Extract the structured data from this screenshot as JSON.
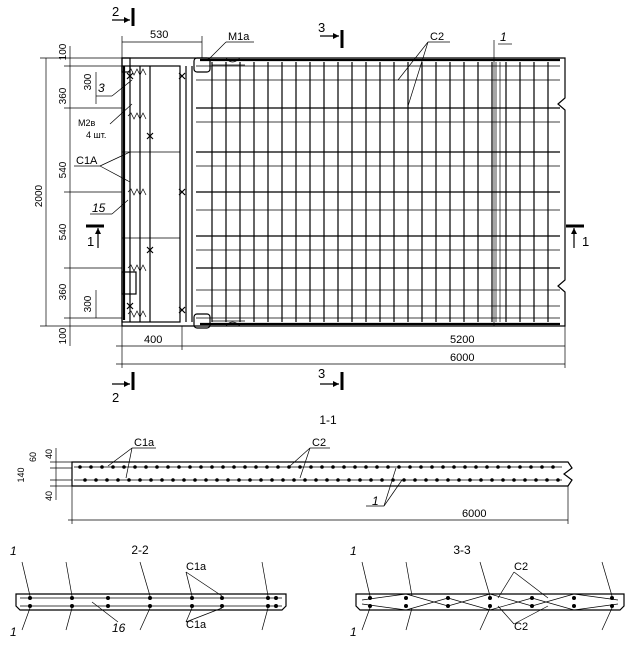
{
  "plan": {
    "dims_top": {
      "d530": "530",
      "d400": "400",
      "d5200": "5200",
      "d6000": "6000"
    },
    "dims_left": {
      "d100a": "100",
      "d360a": "360",
      "d540a": "540",
      "d540b": "540",
      "d360b": "360",
      "d100b": "100",
      "d2000": "2000",
      "d300a": "300",
      "d300b": "300"
    },
    "labels": {
      "m1a": "М1а",
      "c2": "С2",
      "one": "1",
      "three": "3",
      "m2v": "М2в",
      "m2v_qty": "4 шт.",
      "c1a": "С1А",
      "fifteen": "15"
    },
    "sections": {
      "s2": "2",
      "s3": "3",
      "s1": "1"
    }
  },
  "section11": {
    "title": "1-1",
    "dims": {
      "d140": "140",
      "d60": "60",
      "d40a": "40",
      "d40b": "40",
      "d6000": "6000"
    },
    "labels": {
      "c1a": "С1а",
      "c2": "С2",
      "one": "1"
    }
  },
  "section22": {
    "title": "2-2",
    "labels": {
      "one_top": "1",
      "one_bottom": "1",
      "c1a_top": "С1а",
      "c1a_bottom": "С1а",
      "sixteen": "16"
    }
  },
  "section33": {
    "title": "3-3",
    "labels": {
      "one_top": "1",
      "one_bottom": "1",
      "c2_top": "С2",
      "c2_bottom": "С2"
    }
  }
}
